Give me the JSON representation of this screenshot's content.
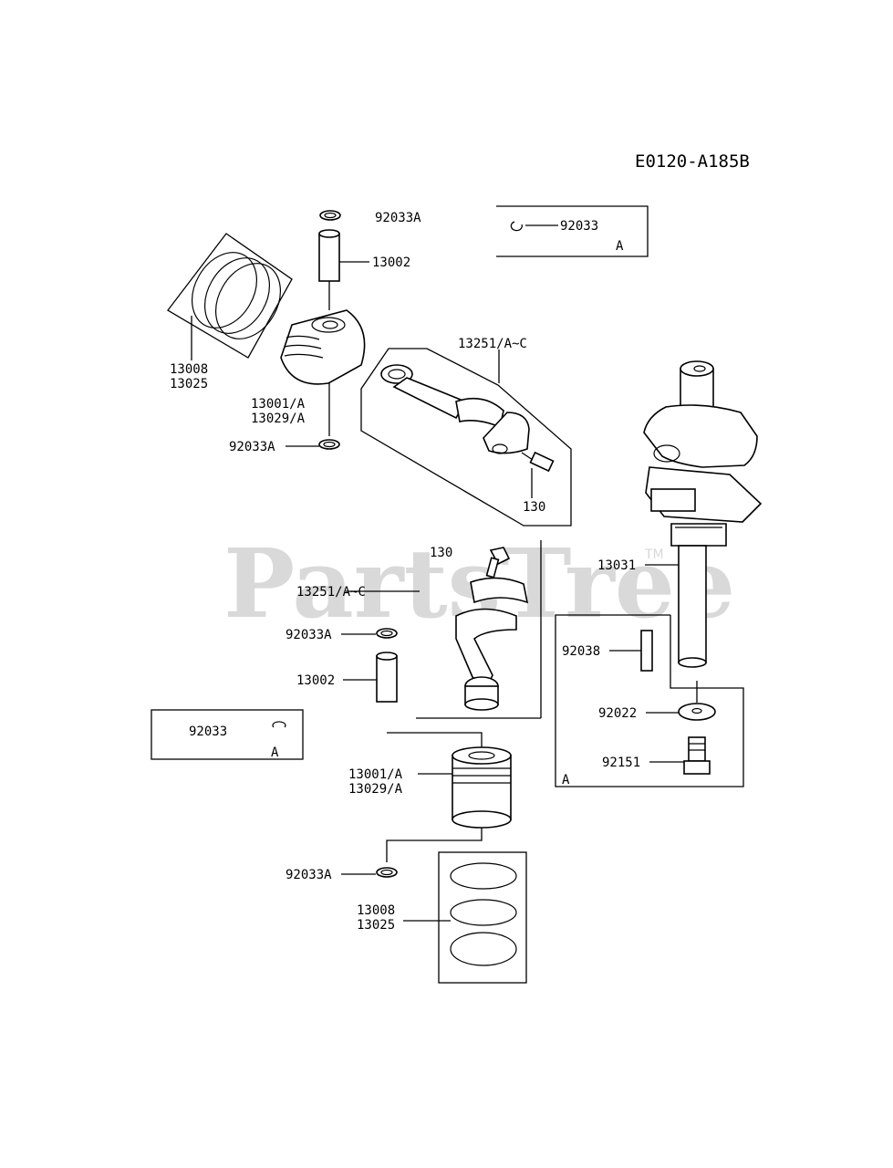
{
  "diagram_code": "E0120-A185B",
  "watermark": {
    "text": "PartsTree",
    "mark": "TM"
  },
  "labels": {
    "snapring_top": "92033A",
    "pin_top": "13002",
    "rings_top_1": "13008",
    "rings_top_2": "13025",
    "piston_top_1": "13001/A",
    "piston_top_2": "13029/A",
    "snapring_top_lower": "92033A",
    "rod_top": "13251/A~C",
    "bolt_top": "130",
    "bolt_mid": "130",
    "rod_mid": "13251/A~C",
    "snapring_mid": "92033A",
    "pin_mid": "13002",
    "piston_low_1": "13001/A",
    "piston_low_2": "13029/A",
    "snapring_low": "92033A",
    "rings_low_1": "13008",
    "rings_low_2": "13025",
    "crankshaft": "13031",
    "key": "92038",
    "washer": "92022",
    "bolt_crank": "92151"
  },
  "inset_top": {
    "part": "92033",
    "variant": "A"
  },
  "inset_left": {
    "part": "92033",
    "variant": "A"
  },
  "inset_crank": {
    "variant": "A"
  }
}
